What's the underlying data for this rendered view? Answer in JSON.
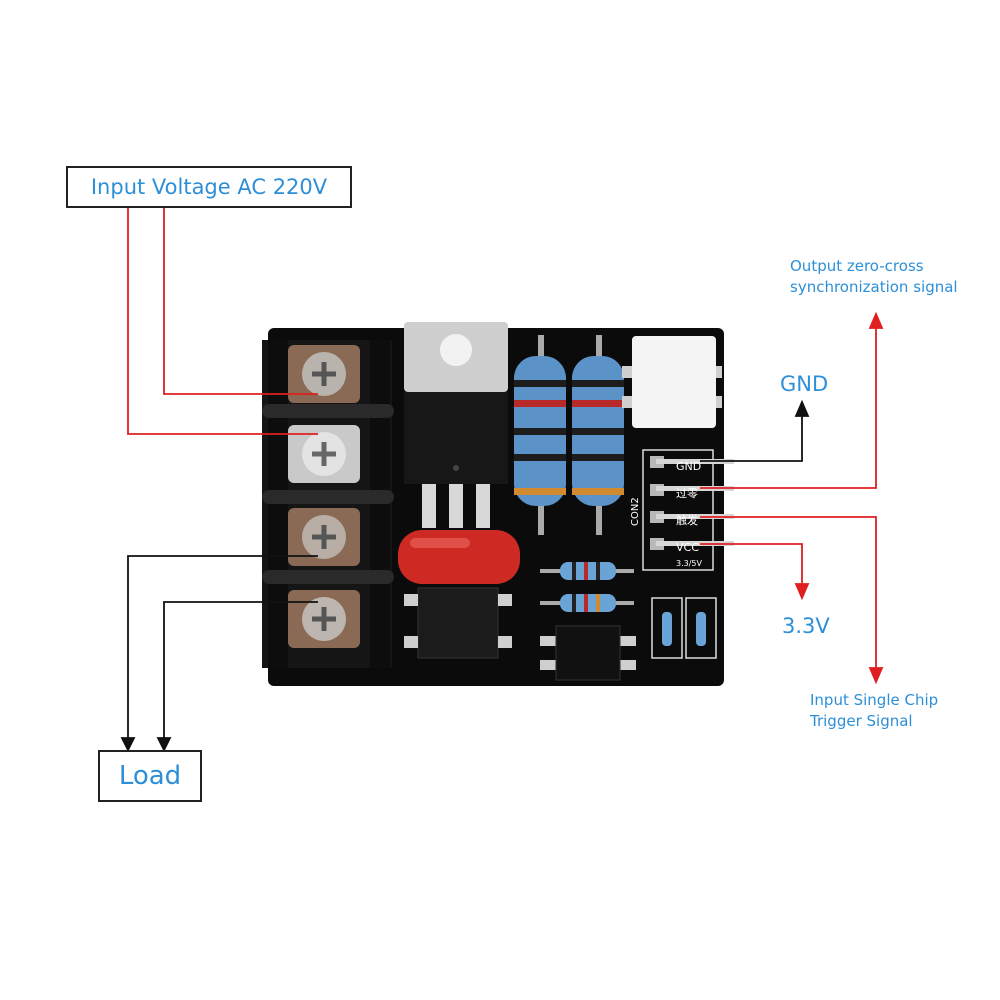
{
  "labels": {
    "input_voltage": "Input Voltage AC 220V",
    "load": "Load",
    "gnd": "GND",
    "v33": "3.3V",
    "zero_cross_line1": "Output zero-cross",
    "zero_cross_line2": "synchronization signal",
    "trigger_line1": "Input Single Chip",
    "trigger_line2": "Trigger Signal"
  },
  "board_silkscreen": {
    "connector": "CON2",
    "pin_gnd": "GND",
    "pin_zero": "过零",
    "pin_trigger": "触发",
    "pin_vcc": "VCC",
    "vcc_note": "3.3/5V"
  },
  "colors": {
    "label_text": "#2d8fd8",
    "wire_red": "#e02020",
    "wire_black": "#111111",
    "pcb": "#0b0b0b",
    "capacitor": "#cc2a22"
  },
  "icons": [
    "arrow-up-icon",
    "arrow-down-icon"
  ]
}
